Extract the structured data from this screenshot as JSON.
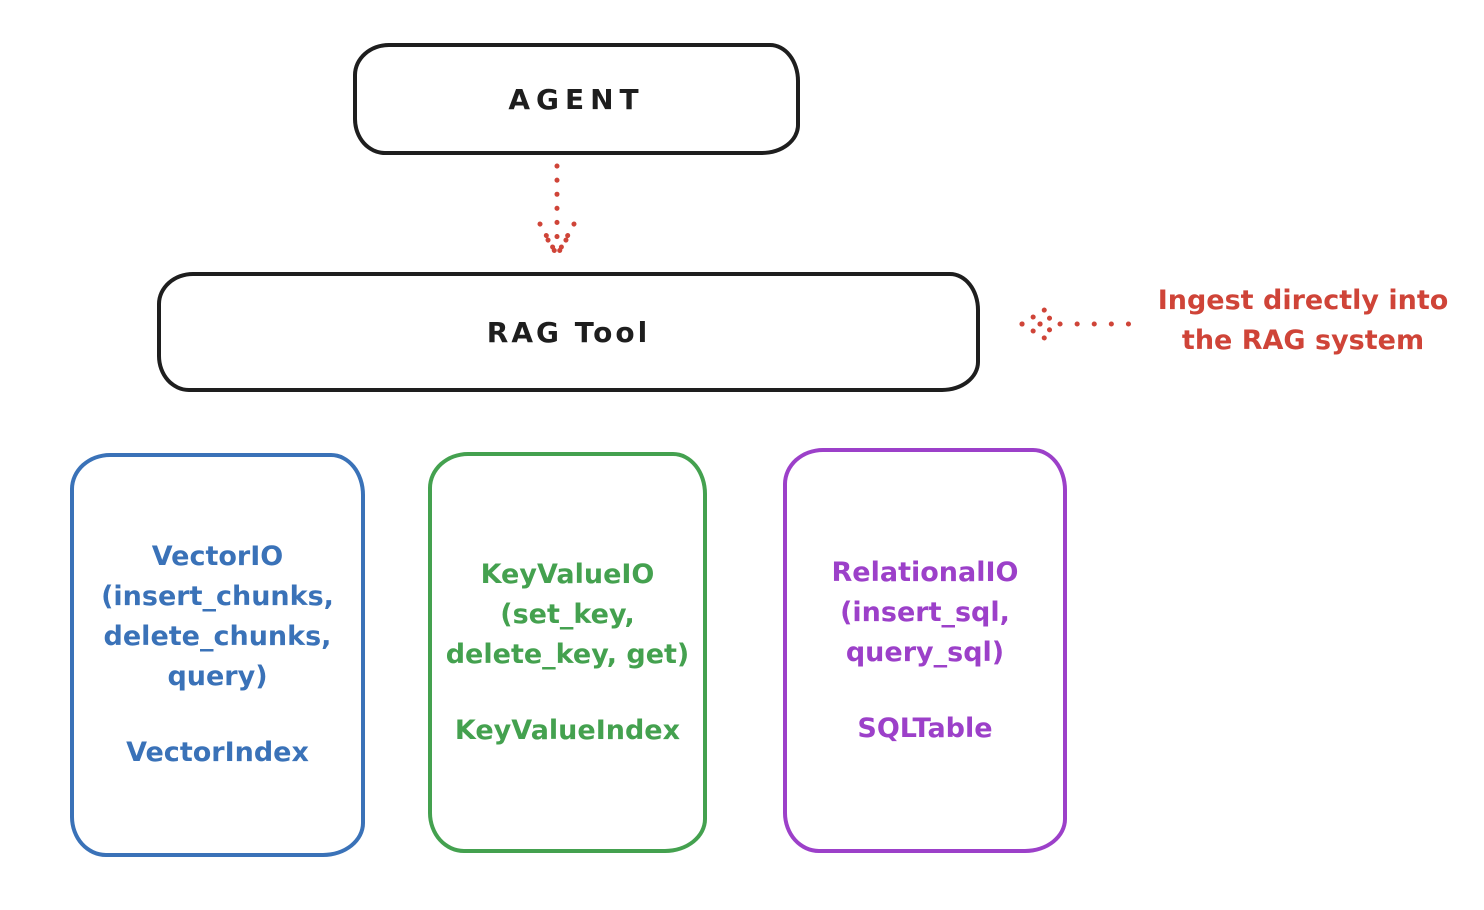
{
  "agent": {
    "label": "AGENT"
  },
  "rag_tool": {
    "label": "RAG Tool"
  },
  "annotation": {
    "line1": "Ingest directly into",
    "line2": "the RAG system"
  },
  "boxes": {
    "vector": {
      "title": "VectorIO",
      "method_line1": "(insert_chunks,",
      "method_line2": "delete_chunks,",
      "method_line3": "query)",
      "index": "VectorIndex"
    },
    "keyvalue": {
      "title": "KeyValueIO",
      "method_line1": "(set_key,",
      "method_line2": "delete_key, get)",
      "index": "KeyValueIndex"
    },
    "relational": {
      "title": "RelationalIO",
      "method_line1": "(insert_sql,",
      "method_line2": "query_sql)",
      "index": "SQLTable"
    }
  },
  "colors": {
    "stroke_black": "#1e1e1e",
    "blue": "#3a72b8",
    "green": "#44a14f",
    "purple": "#9c40c9",
    "red": "#cf4438"
  }
}
